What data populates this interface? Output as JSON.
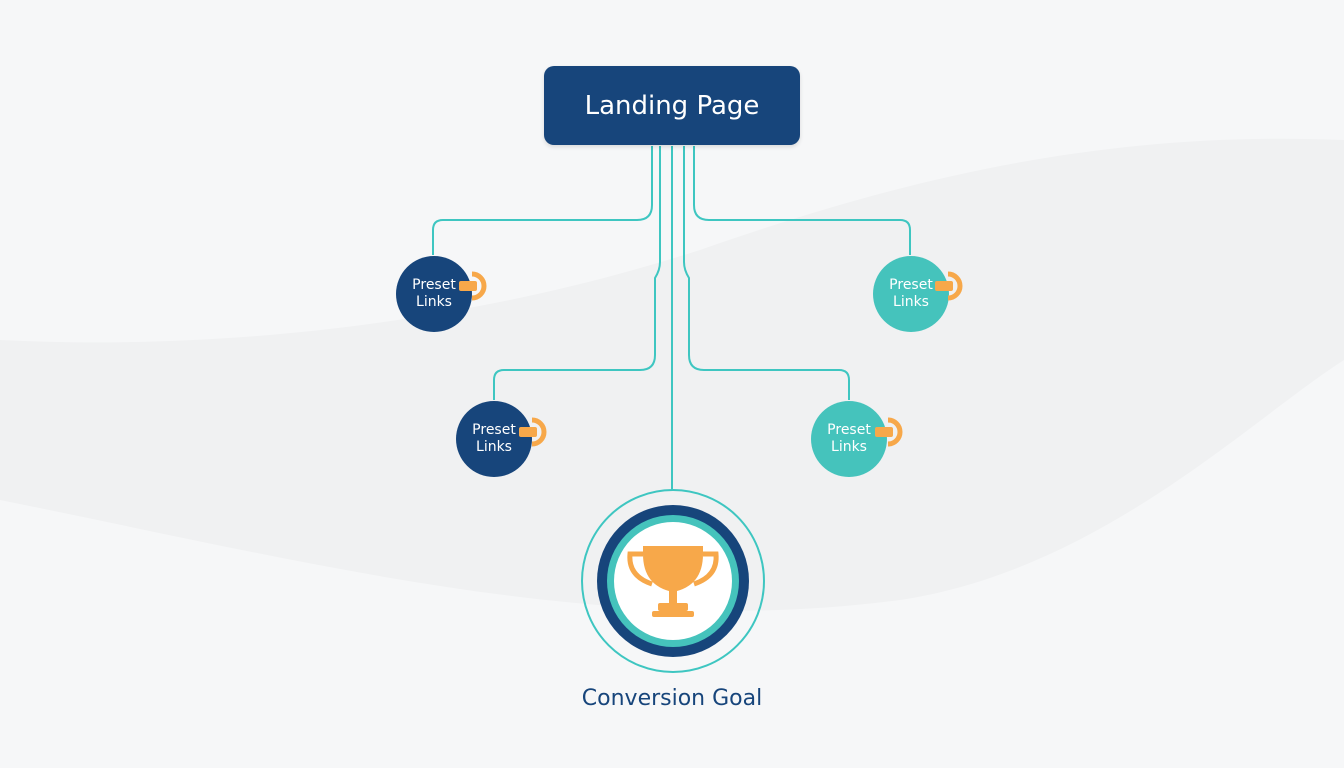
{
  "landing": {
    "title": "Landing Page"
  },
  "nodes": [
    {
      "line1": "Preset",
      "line2": "Links",
      "style": "dark"
    },
    {
      "line1": "Preset",
      "line2": "Links",
      "style": "teal"
    },
    {
      "line1": "Preset",
      "line2": "Links",
      "style": "dark"
    },
    {
      "line1": "Preset",
      "line2": "Links",
      "style": "teal"
    }
  ],
  "goal": {
    "label": "Conversion Goal",
    "icon": "trophy-icon"
  },
  "colors": {
    "navy": "#17457b",
    "teal": "#45c3bc",
    "connector": "#3ec6c1",
    "orange": "#f7a84a",
    "background": "#f0f1f2"
  }
}
